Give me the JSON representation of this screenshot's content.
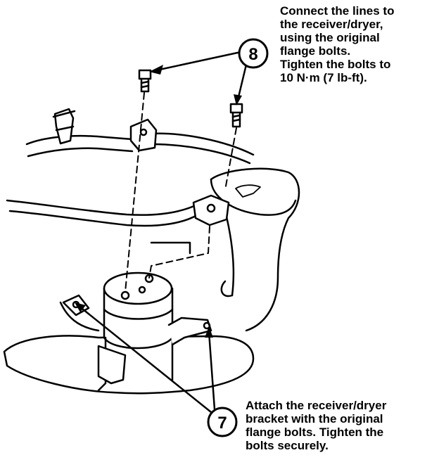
{
  "notes": {
    "top": [
      "Connect the lines to",
      "the receiver/dryer,",
      "using the original",
      "flange bolts.",
      "Tighten the bolts to",
      "10 N·m (7 lb-ft)."
    ],
    "bottom": [
      "Attach the receiver/dryer",
      "bracket with the original",
      "flange bolts. Tighten the",
      "bolts securely."
    ]
  },
  "callouts": {
    "upper": "8",
    "lower": "7"
  },
  "colors": {
    "ink": "#000000",
    "paper": "#ffffff"
  }
}
